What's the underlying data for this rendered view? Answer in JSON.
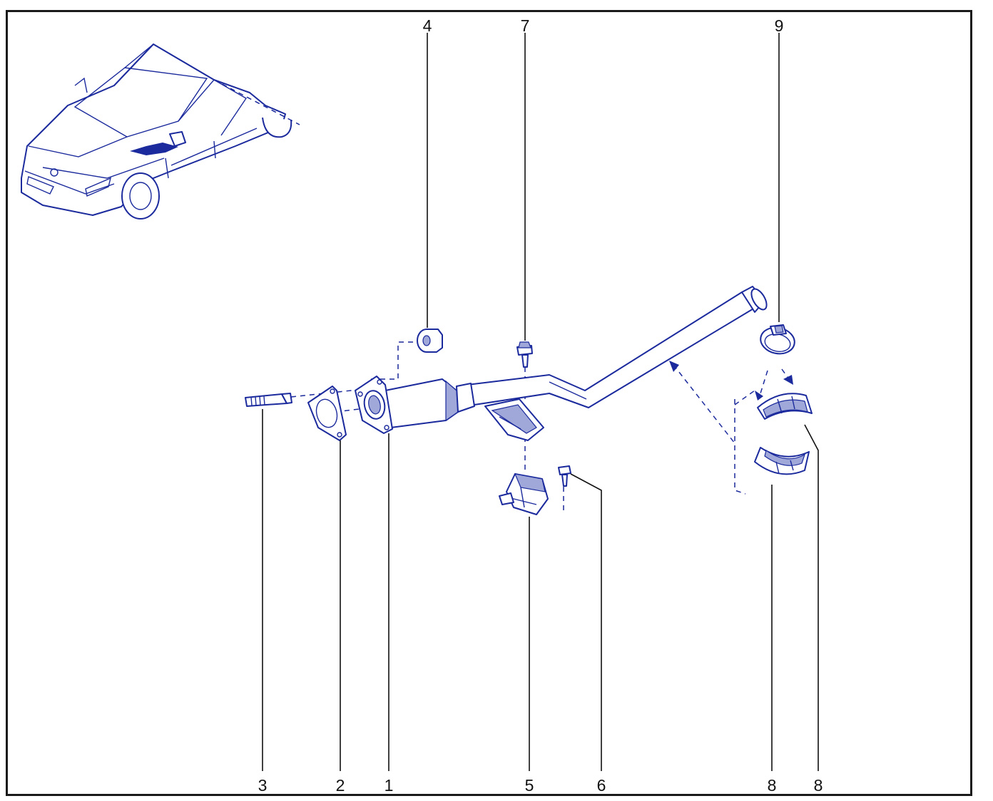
{
  "colors": {
    "line": "#1b2a9c",
    "shade": "#9fa8d8",
    "frame": "#1a1a1a",
    "text": "#111111"
  },
  "callouts": {
    "c1": "1",
    "c2": "2",
    "c3": "3",
    "c4": "4",
    "c5": "5",
    "c6": "6",
    "c7": "7",
    "c8a": "8",
    "c8b": "8",
    "c9": "9"
  },
  "illustrations": {
    "vehicle": "car-locator-icon",
    "parts": [
      "catalytic-converter-pipe",
      "flange-gasket",
      "stud",
      "nut",
      "rubber-mount",
      "mount-screw",
      "bracket-bolt",
      "half-shell-sleeve",
      "clamp-collar"
    ]
  }
}
